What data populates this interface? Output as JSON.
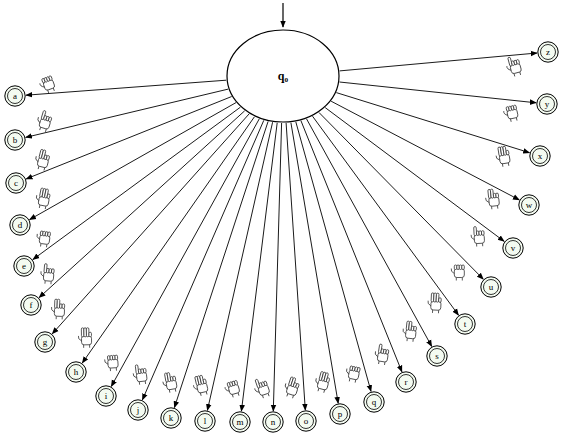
{
  "diagram": {
    "nodes": [
      {
        "text": [
          "q₀"
        ]
      },
      {
        "text": [
          "a"
        ]
      },
      {
        "text": [
          "b"
        ]
      },
      {
        "text": [
          "c"
        ]
      },
      {
        "text": [
          "d"
        ]
      },
      {
        "text": [
          "e"
        ]
      },
      {
        "text": [
          "f"
        ]
      },
      {
        "text": [
          "g"
        ]
      },
      {
        "text": [
          "h"
        ]
      },
      {
        "text": [
          "i"
        ]
      },
      {
        "text": [
          "j"
        ]
      },
      {
        "text": [
          "k"
        ]
      },
      {
        "text": [
          "l"
        ]
      },
      {
        "text": [
          "m"
        ]
      },
      {
        "text": [
          "n"
        ]
      },
      {
        "text": [
          "o"
        ]
      },
      {
        "text": [
          "p"
        ]
      },
      {
        "text": [
          "q"
        ]
      },
      {
        "text": [
          "r"
        ]
      },
      {
        "text": [
          "s"
        ]
      },
      {
        "text": [
          "t"
        ]
      },
      {
        "text": [
          "u"
        ]
      },
      {
        "text": [
          "v"
        ]
      },
      {
        "text": [
          "w"
        ]
      },
      {
        "text": [
          "x"
        ]
      },
      {
        "text": [
          "y"
        ]
      },
      {
        "text": [
          "z"
        ]
      }
    ],
    "edges": [
      {
        "from": 0,
        "to": 1,
        "arrow": "to"
      },
      {
        "from": 0,
        "to": 2,
        "arrow": "to"
      },
      {
        "from": 0,
        "to": 3,
        "arrow": "to"
      },
      {
        "from": 0,
        "to": 4,
        "arrow": "to"
      },
      {
        "from": 0,
        "to": 5,
        "arrow": "to"
      },
      {
        "from": 0,
        "to": 6,
        "arrow": "to"
      },
      {
        "from": 0,
        "to": 7,
        "arrow": "to"
      },
      {
        "from": 0,
        "to": 8,
        "arrow": "to"
      },
      {
        "from": 0,
        "to": 9,
        "arrow": "to"
      },
      {
        "from": 0,
        "to": 10,
        "arrow": "to"
      },
      {
        "from": 0,
        "to": 11,
        "arrow": "to"
      },
      {
        "from": 0,
        "to": 12,
        "arrow": "to"
      },
      {
        "from": 0,
        "to": 13,
        "arrow": "to"
      },
      {
        "from": 0,
        "to": 14,
        "arrow": "to"
      },
      {
        "from": 0,
        "to": 15,
        "arrow": "to"
      },
      {
        "from": 0,
        "to": 16,
        "arrow": "to"
      },
      {
        "from": 0,
        "to": 17,
        "arrow": "to"
      },
      {
        "from": 0,
        "to": 18,
        "arrow": "to"
      },
      {
        "from": 0,
        "to": 19,
        "arrow": "to"
      },
      {
        "from": 0,
        "to": 20,
        "arrow": "to"
      },
      {
        "from": 0,
        "to": 21,
        "arrow": "to"
      },
      {
        "from": 0,
        "to": 22,
        "arrow": "to"
      },
      {
        "from": 0,
        "to": 23,
        "arrow": "to"
      },
      {
        "from": 0,
        "to": 24,
        "arrow": "to"
      },
      {
        "from": 0,
        "to": 25,
        "arrow": "to"
      },
      {
        "from": 0,
        "to": 26,
        "arrow": "to"
      }
    ]
  }
}
